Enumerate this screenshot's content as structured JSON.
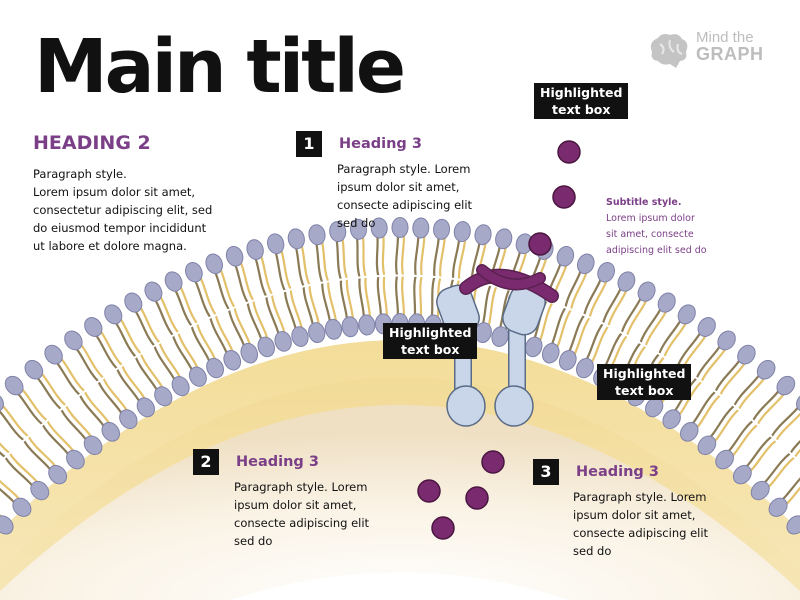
{
  "main_title": "Main title",
  "logo": {
    "line1": "Mind the",
    "line2": "GRAPH"
  },
  "heading2": "HEADING 2",
  "intro_paragraph": [
    "Paragraph style.",
    "Lorem ipsum dolor sit amet,",
    "consectetur adipiscing elit, sed",
    "do eiusmod tempor incididunt",
    "ut labore et dolore magna."
  ],
  "steps": [
    {
      "number": "1",
      "heading": "Heading 3",
      "text": [
        "Paragraph style. Lorem",
        "ipsum dolor sit amet,",
        "consecte adipiscing elit",
        "sed do"
      ]
    },
    {
      "number": "2",
      "heading": "Heading 3",
      "text": [
        "Paragraph style. Lorem",
        "ipsum dolor sit amet,",
        "consecte adipiscing elit",
        "sed do"
      ]
    },
    {
      "number": "3",
      "heading": "Heading 3",
      "text": [
        "Paragraph style. Lorem",
        "ipsum dolor sit amet,",
        "consecte adipiscing elit",
        "sed do"
      ]
    }
  ],
  "highlight_boxes": [
    {
      "line1": "Highlighted",
      "line2": "text box"
    },
    {
      "line1": "Highlighted",
      "line2": "text box"
    },
    {
      "line1": "Highlighted",
      "line2": "text box"
    }
  ],
  "subtitle": {
    "title": "Subtitle style.",
    "lines": [
      "Lorem ipsum dolor",
      "sit amet, consecte",
      "adipiscing elit sed do"
    ]
  },
  "colors": {
    "accent_purple": "#7b3f87",
    "molecule": "#7a2a6e",
    "phospholipid_head": "#a7a9c9",
    "lipid_tail": "#e3c06a",
    "receptor": "#c9d6ea",
    "cytoplasm": "#f7ecd8"
  }
}
